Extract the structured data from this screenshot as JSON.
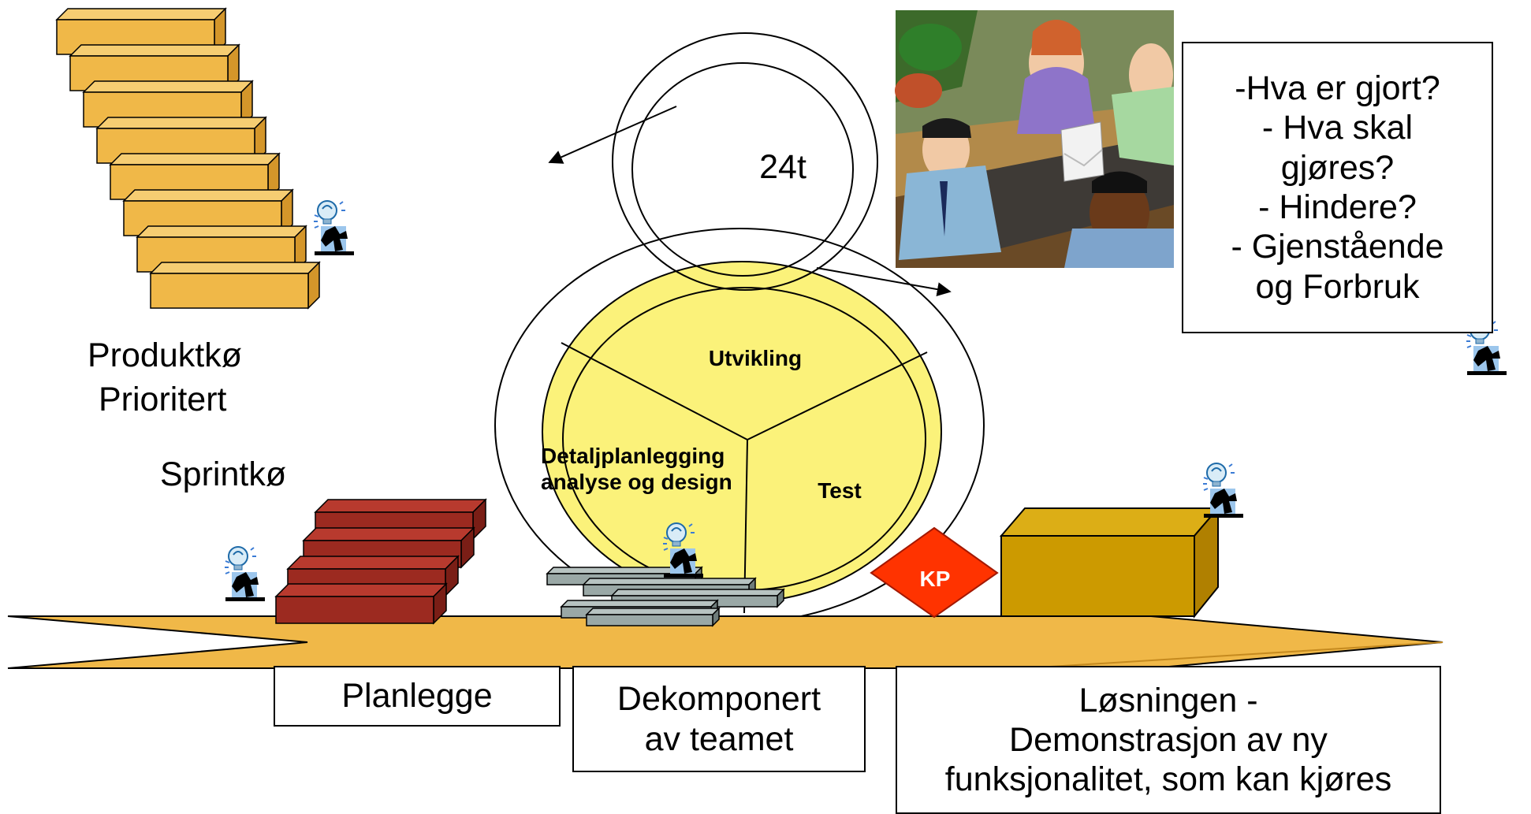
{
  "labels": {
    "product_queue": "Produktkø",
    "prioritized": "Prioritert",
    "sprint_queue": "Sprintkø",
    "cycle": "24t",
    "phase_develop": "Utvikling",
    "phase_design": "Detaljplanlegging\nanalyse og design",
    "phase_test": "Test",
    "checkpoint": "KP"
  },
  "question_box": "-Hva er gjort?\n- Hva skal\ngjøres?\n- Hindere?\n- Gjenstående\nog Forbruk",
  "bottom_boxes": {
    "plan": "Planlegge",
    "decomposed": "Dekomponert\nav teamet",
    "solution": "Løsningen -\nDemonstrasjon av ny\nfunksjonalitet, som kan kjøres"
  },
  "icons": [
    "staircase-blocks",
    "idea-person-icon",
    "meeting-clipart",
    "cycle-ellipse",
    "phase-wheel",
    "sprint-blocks",
    "task-slabs",
    "checkpoint-diamond",
    "solution-box",
    "arrow-band"
  ],
  "colors": {
    "stair": "#f0b848",
    "stair_side": "#d4962a",
    "sprint_red": "#9c2a20",
    "sprint_red_top": "#b83a2e",
    "wheel": "#fbf27a",
    "band": "#f0b848",
    "slab": "#9aa8a6",
    "kp": "#ff3300",
    "solution": "#cc9a00",
    "solution_top": "#dcae16"
  }
}
